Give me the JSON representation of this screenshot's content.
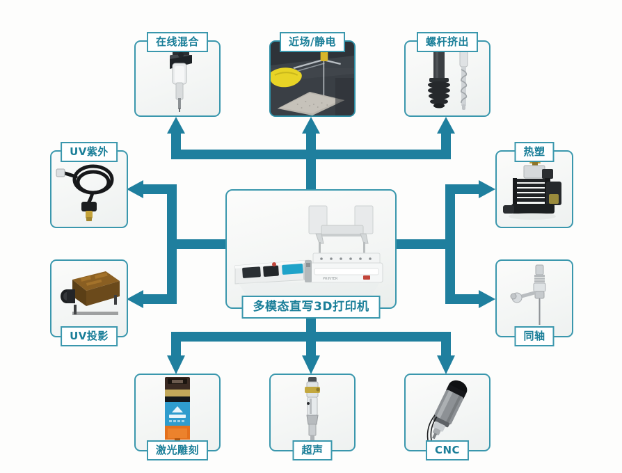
{
  "diagram": {
    "title": "多模态直写3D打印机",
    "center": {
      "label": "多模态直写3D打印机",
      "name": "multimodal-direct-write-3d-printer"
    },
    "colors": {
      "arrow": "#1f7f9e",
      "arrow_light": "#2a93b5",
      "box_border": "#3a97ad",
      "label_text": "#1b7f99",
      "label_bg": "#ffffff",
      "page_bg": "#fdfdfc",
      "dark_photo_bg": "#33373c"
    },
    "nodes": [
      {
        "id": "inline-mixing",
        "label": "在线混合",
        "label_pos": "top",
        "arrow": "up",
        "photo": "inline-mixing-nozzle-photo"
      },
      {
        "id": "near-field",
        "label": "近场/静电",
        "label_pos": "top",
        "arrow": "up",
        "photo": "near-field-electrospinning-photo"
      },
      {
        "id": "screw-extrusion",
        "label": "螺杆挤出",
        "label_pos": "top",
        "arrow": "up",
        "photo": "screw-extruder-photo"
      },
      {
        "id": "uv-ultraviolet",
        "label": "UV紫外",
        "label_pos": "top",
        "arrow": "left",
        "photo": "uv-led-cable-photo"
      },
      {
        "id": "uv-projection",
        "label": "UV投影",
        "label_pos": "bottom",
        "arrow": "left",
        "photo": "uv-projector-module-photo"
      },
      {
        "id": "thermoplastic",
        "label": "热塑",
        "label_pos": "top",
        "arrow": "right",
        "photo": "thermoplastic-extruder-photo"
      },
      {
        "id": "coaxial",
        "label": "同轴",
        "label_pos": "bottom",
        "arrow": "right",
        "photo": "coaxial-nozzle-photo"
      },
      {
        "id": "laser-engraving",
        "label": "激光雕刻",
        "label_pos": "bottom",
        "arrow": "down",
        "photo": "laser-engraving-module-photo"
      },
      {
        "id": "ultrasonic",
        "label": "超声",
        "label_pos": "bottom",
        "arrow": "down",
        "photo": "ultrasonic-horn-photo"
      },
      {
        "id": "cnc",
        "label": "CNC",
        "label_pos": "bottom",
        "arrow": "down",
        "photo": "cnc-spindle-photo"
      }
    ]
  }
}
